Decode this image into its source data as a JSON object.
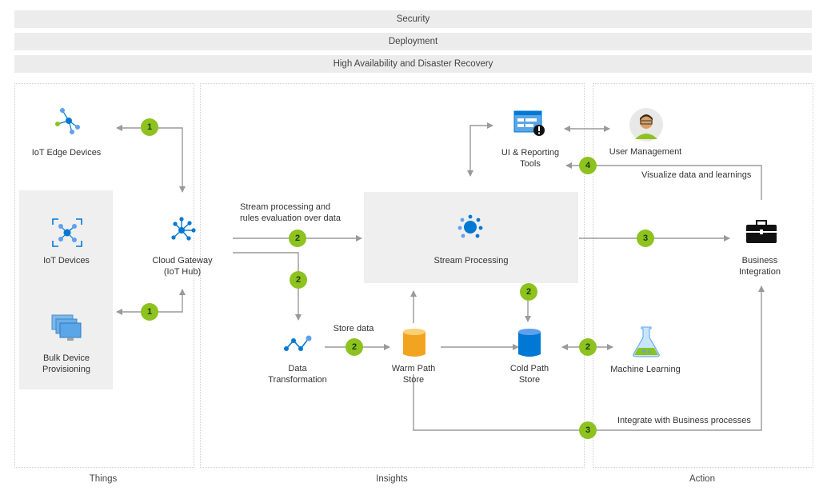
{
  "bars": {
    "security": "Security",
    "deployment": "Deployment",
    "ha": "High Availability and Disaster Recovery"
  },
  "zones": {
    "things": "Things",
    "insights": "Insights",
    "action": "Action"
  },
  "nodes": {
    "iot_edge": "IoT Edge Devices",
    "iot_devices": "IoT Devices",
    "bulk_line1": "Bulk Device",
    "bulk_line2": "Provisioning",
    "gateway_line1": "Cloud Gateway",
    "gateway_line2": "(IoT Hub)",
    "stream": "Stream Processing",
    "ui_line1": "UI & Reporting",
    "ui_line2": "Tools",
    "user_mgmt": "User Management",
    "biz_line1": "Business",
    "biz_line2": "Integration",
    "transform_line1": "Data",
    "transform_line2": "Transformation",
    "warm_line1": "Warm Path",
    "warm_line2": "Store",
    "cold_line1": "Cold Path",
    "cold_line2": "Store",
    "ml": "Machine Learning"
  },
  "edge_labels": {
    "stream_line1": "Stream processing and",
    "stream_line2": "rules evaluation over data",
    "store_data": "Store data",
    "visualize": "Visualize data and learnings",
    "integrate": "Integrate with Business processes"
  },
  "badges": {
    "b1a": "1",
    "b1b": "1",
    "b2a": "2",
    "b2b": "2",
    "b2c": "2",
    "b2d": "2",
    "b2e": "2",
    "b3a": "3",
    "b3b": "3",
    "b4": "4"
  },
  "colors": {
    "badge": "#8dc21f",
    "azure_blue": "#0078d4",
    "arrow": "#9a9a9a",
    "warm": "#f2a421"
  }
}
